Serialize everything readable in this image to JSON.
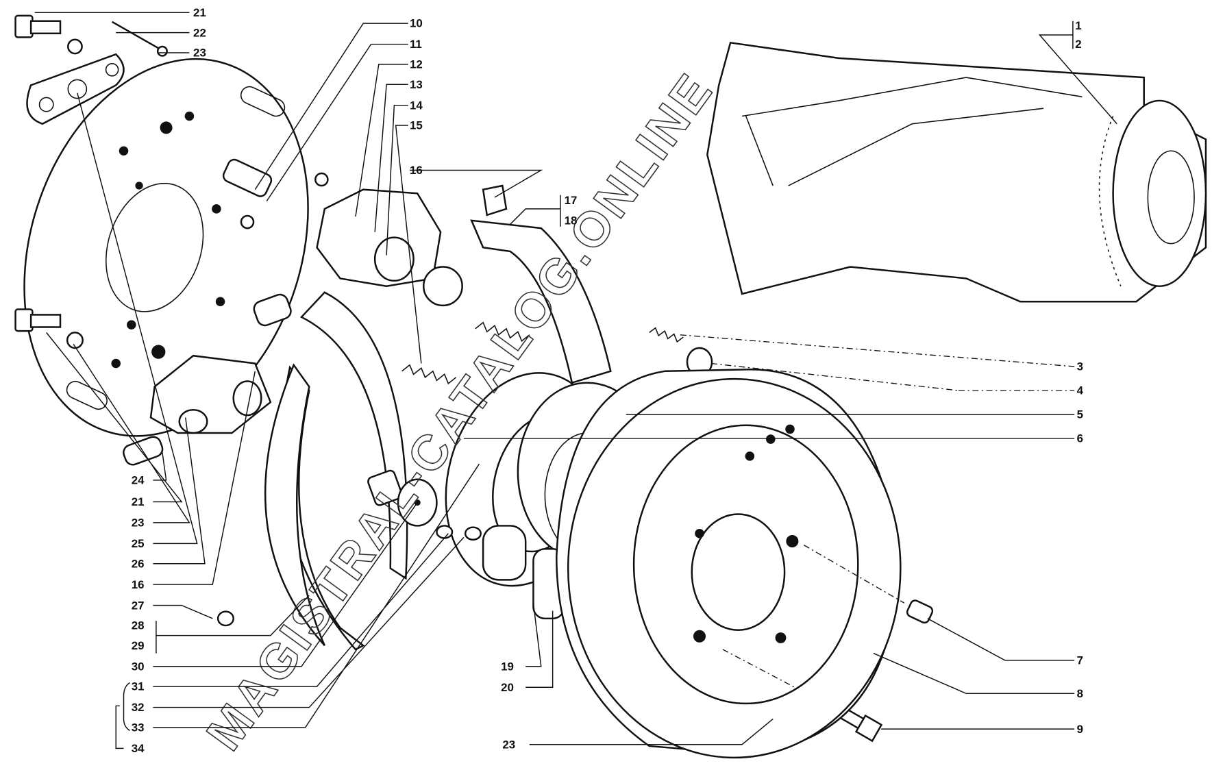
{
  "diagram": {
    "title": "Brake assembly exploded view",
    "watermark": "MAGISTRAL-CATALOG.ONLINE"
  },
  "callouts": {
    "top_21": "21",
    "top_22": "22",
    "top_23": "23",
    "c10": "10",
    "c11": "11",
    "c12": "12",
    "c13": "13",
    "c14": "14",
    "c15": "15",
    "c16_top": "16",
    "c17": "17",
    "c18": "18",
    "c1": "1",
    "c2": "2",
    "c3": "3",
    "c4": "4",
    "c5": "5",
    "c6": "6",
    "c7": "7",
    "c8": "8",
    "c9": "9",
    "l24": "24",
    "l21": "21",
    "l23": "23",
    "l25": "25",
    "l26": "26",
    "l16": "16",
    "l27": "27",
    "l28": "28",
    "l29": "29",
    "l30": "30",
    "l31": "31",
    "l32": "32",
    "l33": "33",
    "l34": "34",
    "c19": "19",
    "c20": "20",
    "c23_bottom": "23"
  }
}
